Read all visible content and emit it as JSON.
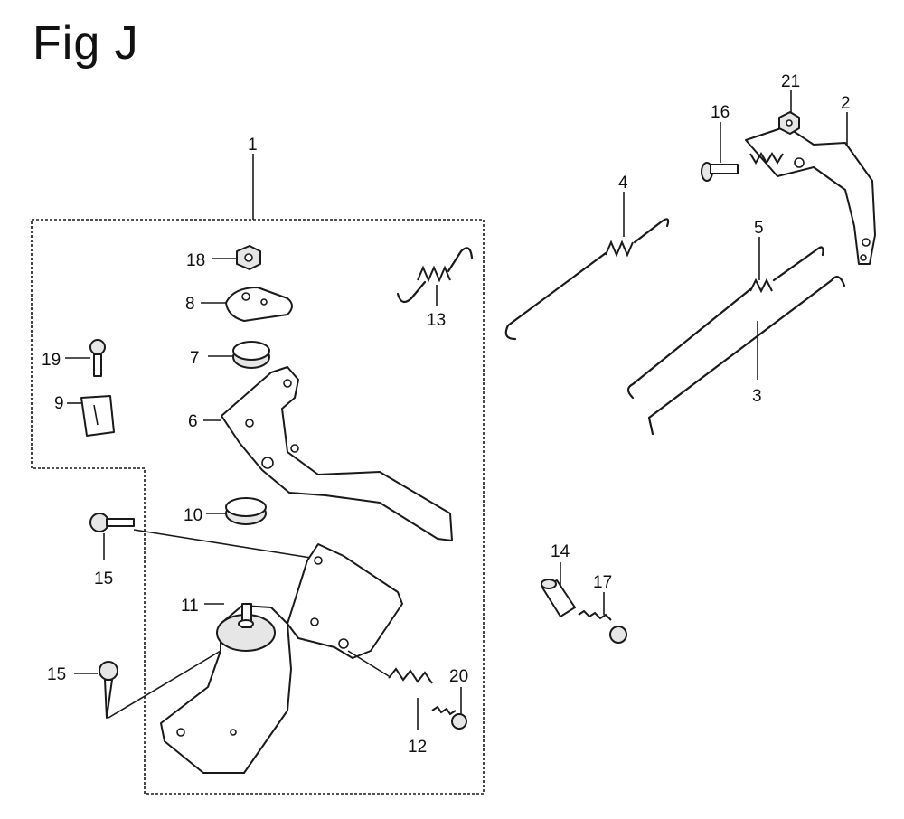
{
  "figure": {
    "title": "Fig J"
  },
  "callouts": {
    "c1": "1",
    "c2": "2",
    "c3": "3",
    "c4": "4",
    "c5": "5",
    "c6": "6",
    "c7": "7",
    "c8": "8",
    "c9": "9",
    "c10": "10",
    "c11": "11",
    "c12": "12",
    "c13": "13",
    "c14": "14",
    "c15a": "15",
    "c15b": "15",
    "c16": "16",
    "c17": "17",
    "c18": "18",
    "c19": "19",
    "c20": "20",
    "c21": "21"
  }
}
